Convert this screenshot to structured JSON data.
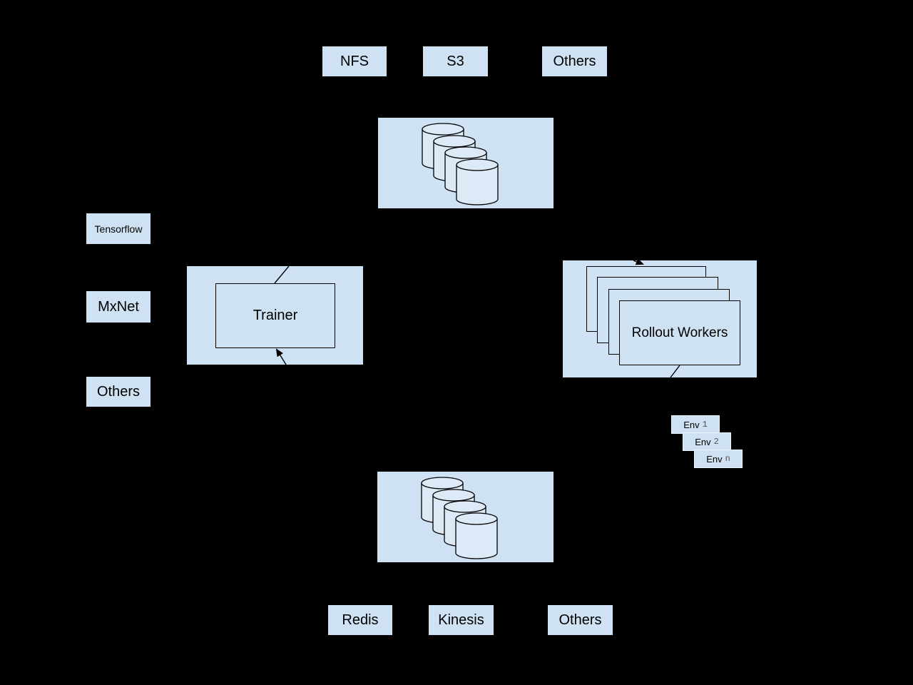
{
  "colors": {
    "background": "#000000",
    "node_fill": "#cfe2f3",
    "cylinder_fill": "#dce9f7",
    "line_color": "#000000",
    "env_index_color": "#555555",
    "env_border": "#eef4fb"
  },
  "storage_backends": {
    "items": [
      "NFS",
      "S3",
      "Others"
    ]
  },
  "frameworks": {
    "items": [
      "Tensorflow",
      "MxNet",
      "Others"
    ]
  },
  "trainer": {
    "label": "Trainer"
  },
  "rollout_workers": {
    "label": "Rollout Workers"
  },
  "environments": {
    "items": [
      {
        "label": "Env",
        "index": "1"
      },
      {
        "label": "Env",
        "index": "2"
      },
      {
        "label": "Env",
        "index": "n"
      }
    ]
  },
  "message_queues": {
    "items": [
      "Redis",
      "Kinesis",
      "Others"
    ]
  }
}
